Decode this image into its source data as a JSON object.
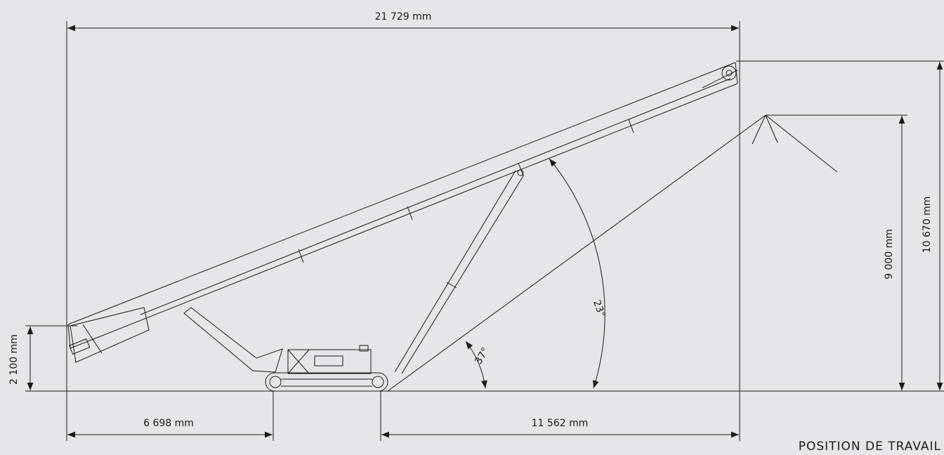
{
  "drawing": {
    "caption": "POSITION DE TRAVAIL",
    "background_color": "#e4e6e9",
    "line_color": "#1a1a1a",
    "dimensions": {
      "overall_length": "21 729 mm",
      "discharge_height": "10 670 mm",
      "stockpile_height": "9 000 mm",
      "feed_height": "2 100 mm",
      "rear_overhang": "6 698 mm",
      "front_reach": "11 562 mm"
    },
    "angles": {
      "conveyor_angle": "23°",
      "repose_angle": "37°"
    }
  }
}
